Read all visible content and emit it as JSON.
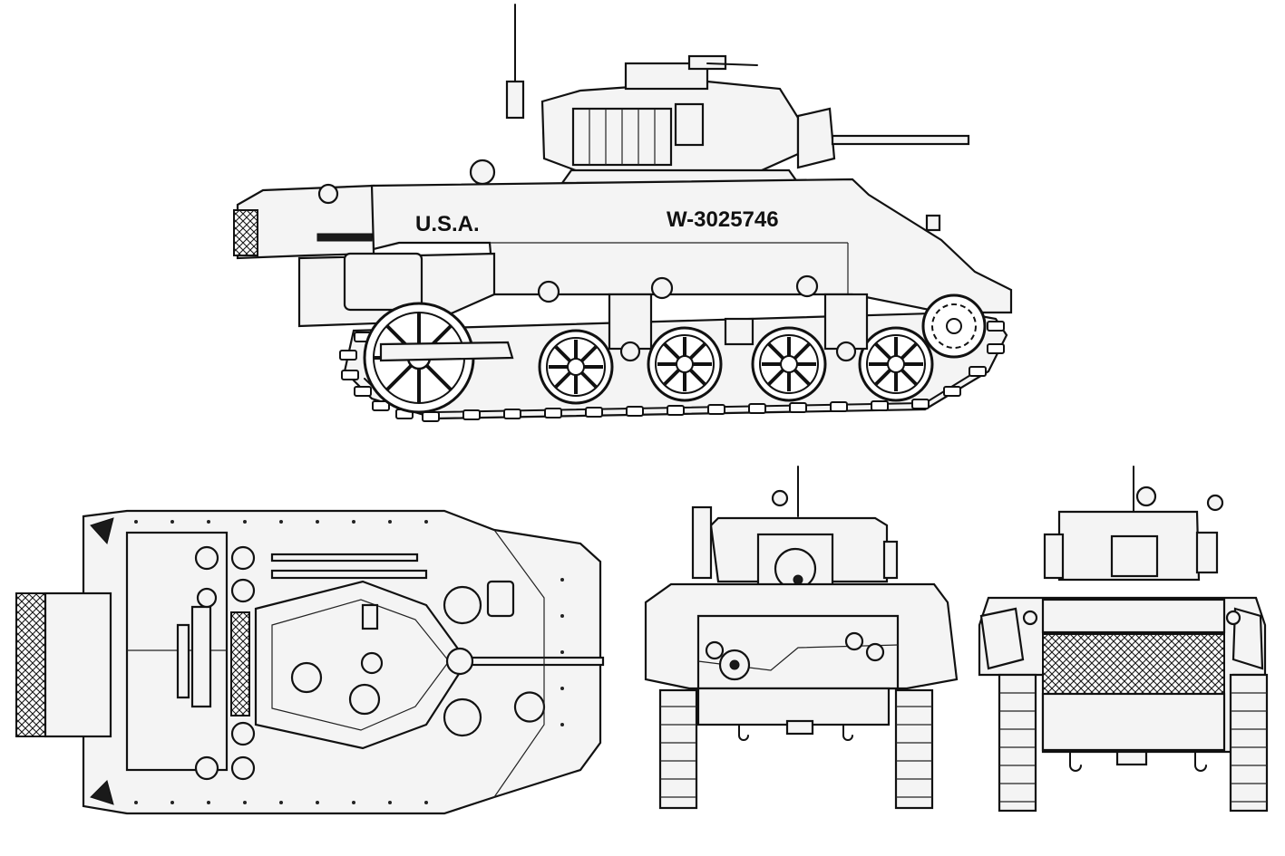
{
  "markings": {
    "country": "U.S.A.",
    "registration": "W-3025746"
  },
  "views": [
    {
      "key": "side",
      "name": "left-side-elevation"
    },
    {
      "key": "top",
      "name": "top-plan-view"
    },
    {
      "key": "front",
      "name": "front-elevation"
    },
    {
      "key": "rear",
      "name": "rear-elevation"
    }
  ],
  "colors": {
    "ink": "#111111",
    "paper": "#ffffff",
    "hull_fill": "#f4f4f4"
  }
}
